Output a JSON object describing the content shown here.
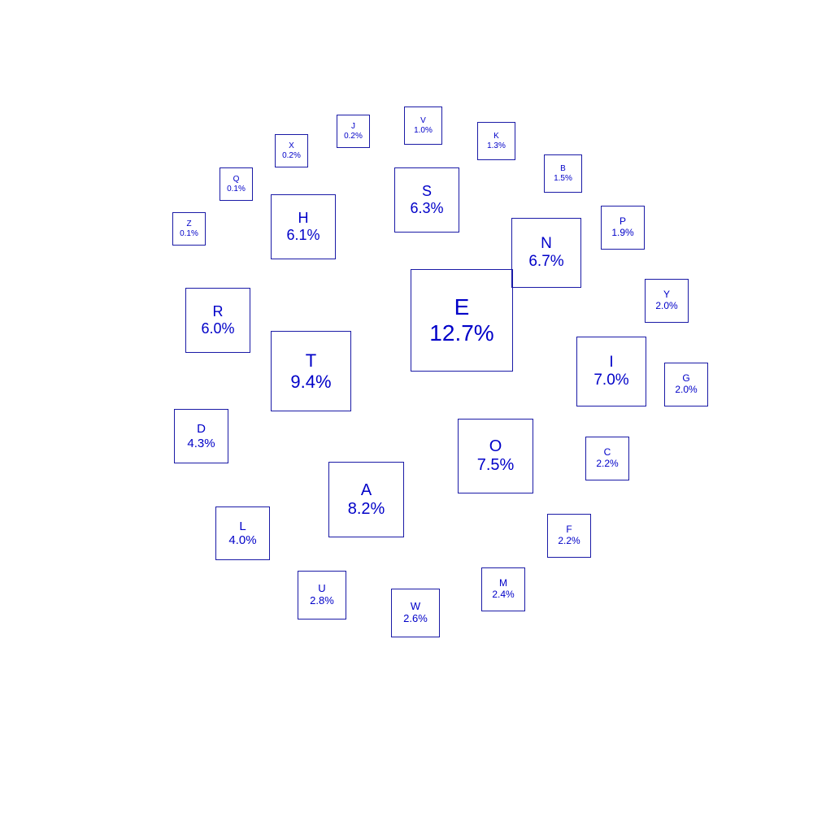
{
  "chart_data": {
    "type": "bubble-squares",
    "title": "",
    "xlabel": "",
    "ylabel": "",
    "colors": {
      "stroke": "#1a1aa6",
      "text": "#0000c8",
      "background": "#ffffff"
    },
    "items": [
      {
        "letter": "E",
        "value": 12.7,
        "label": "12.7%"
      },
      {
        "letter": "T",
        "value": 9.4,
        "label": "9.4%"
      },
      {
        "letter": "A",
        "value": 8.2,
        "label": "8.2%"
      },
      {
        "letter": "O",
        "value": 7.5,
        "label": "7.5%"
      },
      {
        "letter": "I",
        "value": 7.0,
        "label": "7.0%"
      },
      {
        "letter": "N",
        "value": 6.7,
        "label": "6.7%"
      },
      {
        "letter": "S",
        "value": 6.3,
        "label": "6.3%"
      },
      {
        "letter": "H",
        "value": 6.1,
        "label": "6.1%"
      },
      {
        "letter": "R",
        "value": 6.0,
        "label": "6.0%"
      },
      {
        "letter": "D",
        "value": 4.3,
        "label": "4.3%"
      },
      {
        "letter": "L",
        "value": 4.0,
        "label": "4.0%"
      },
      {
        "letter": "U",
        "value": 2.8,
        "label": "2.8%"
      },
      {
        "letter": "W",
        "value": 2.6,
        "label": "2.6%"
      },
      {
        "letter": "M",
        "value": 2.4,
        "label": "2.4%"
      },
      {
        "letter": "F",
        "value": 2.2,
        "label": "2.2%"
      },
      {
        "letter": "C",
        "value": 2.2,
        "label": "2.2%"
      },
      {
        "letter": "G",
        "value": 2.0,
        "label": "2.0%"
      },
      {
        "letter": "Y",
        "value": 2.0,
        "label": "2.0%"
      },
      {
        "letter": "P",
        "value": 1.9,
        "label": "1.9%"
      },
      {
        "letter": "B",
        "value": 1.5,
        "label": "1.5%"
      },
      {
        "letter": "K",
        "value": 1.3,
        "label": "1.3%"
      },
      {
        "letter": "V",
        "value": 1.0,
        "label": "1.0%"
      },
      {
        "letter": "J",
        "value": 0.2,
        "label": "0.2%"
      },
      {
        "letter": "X",
        "value": 0.2,
        "label": "0.2%"
      },
      {
        "letter": "Q",
        "value": 0.1,
        "label": "0.1%"
      },
      {
        "letter": "Z",
        "value": 0.1,
        "label": "0.1%"
      }
    ]
  }
}
